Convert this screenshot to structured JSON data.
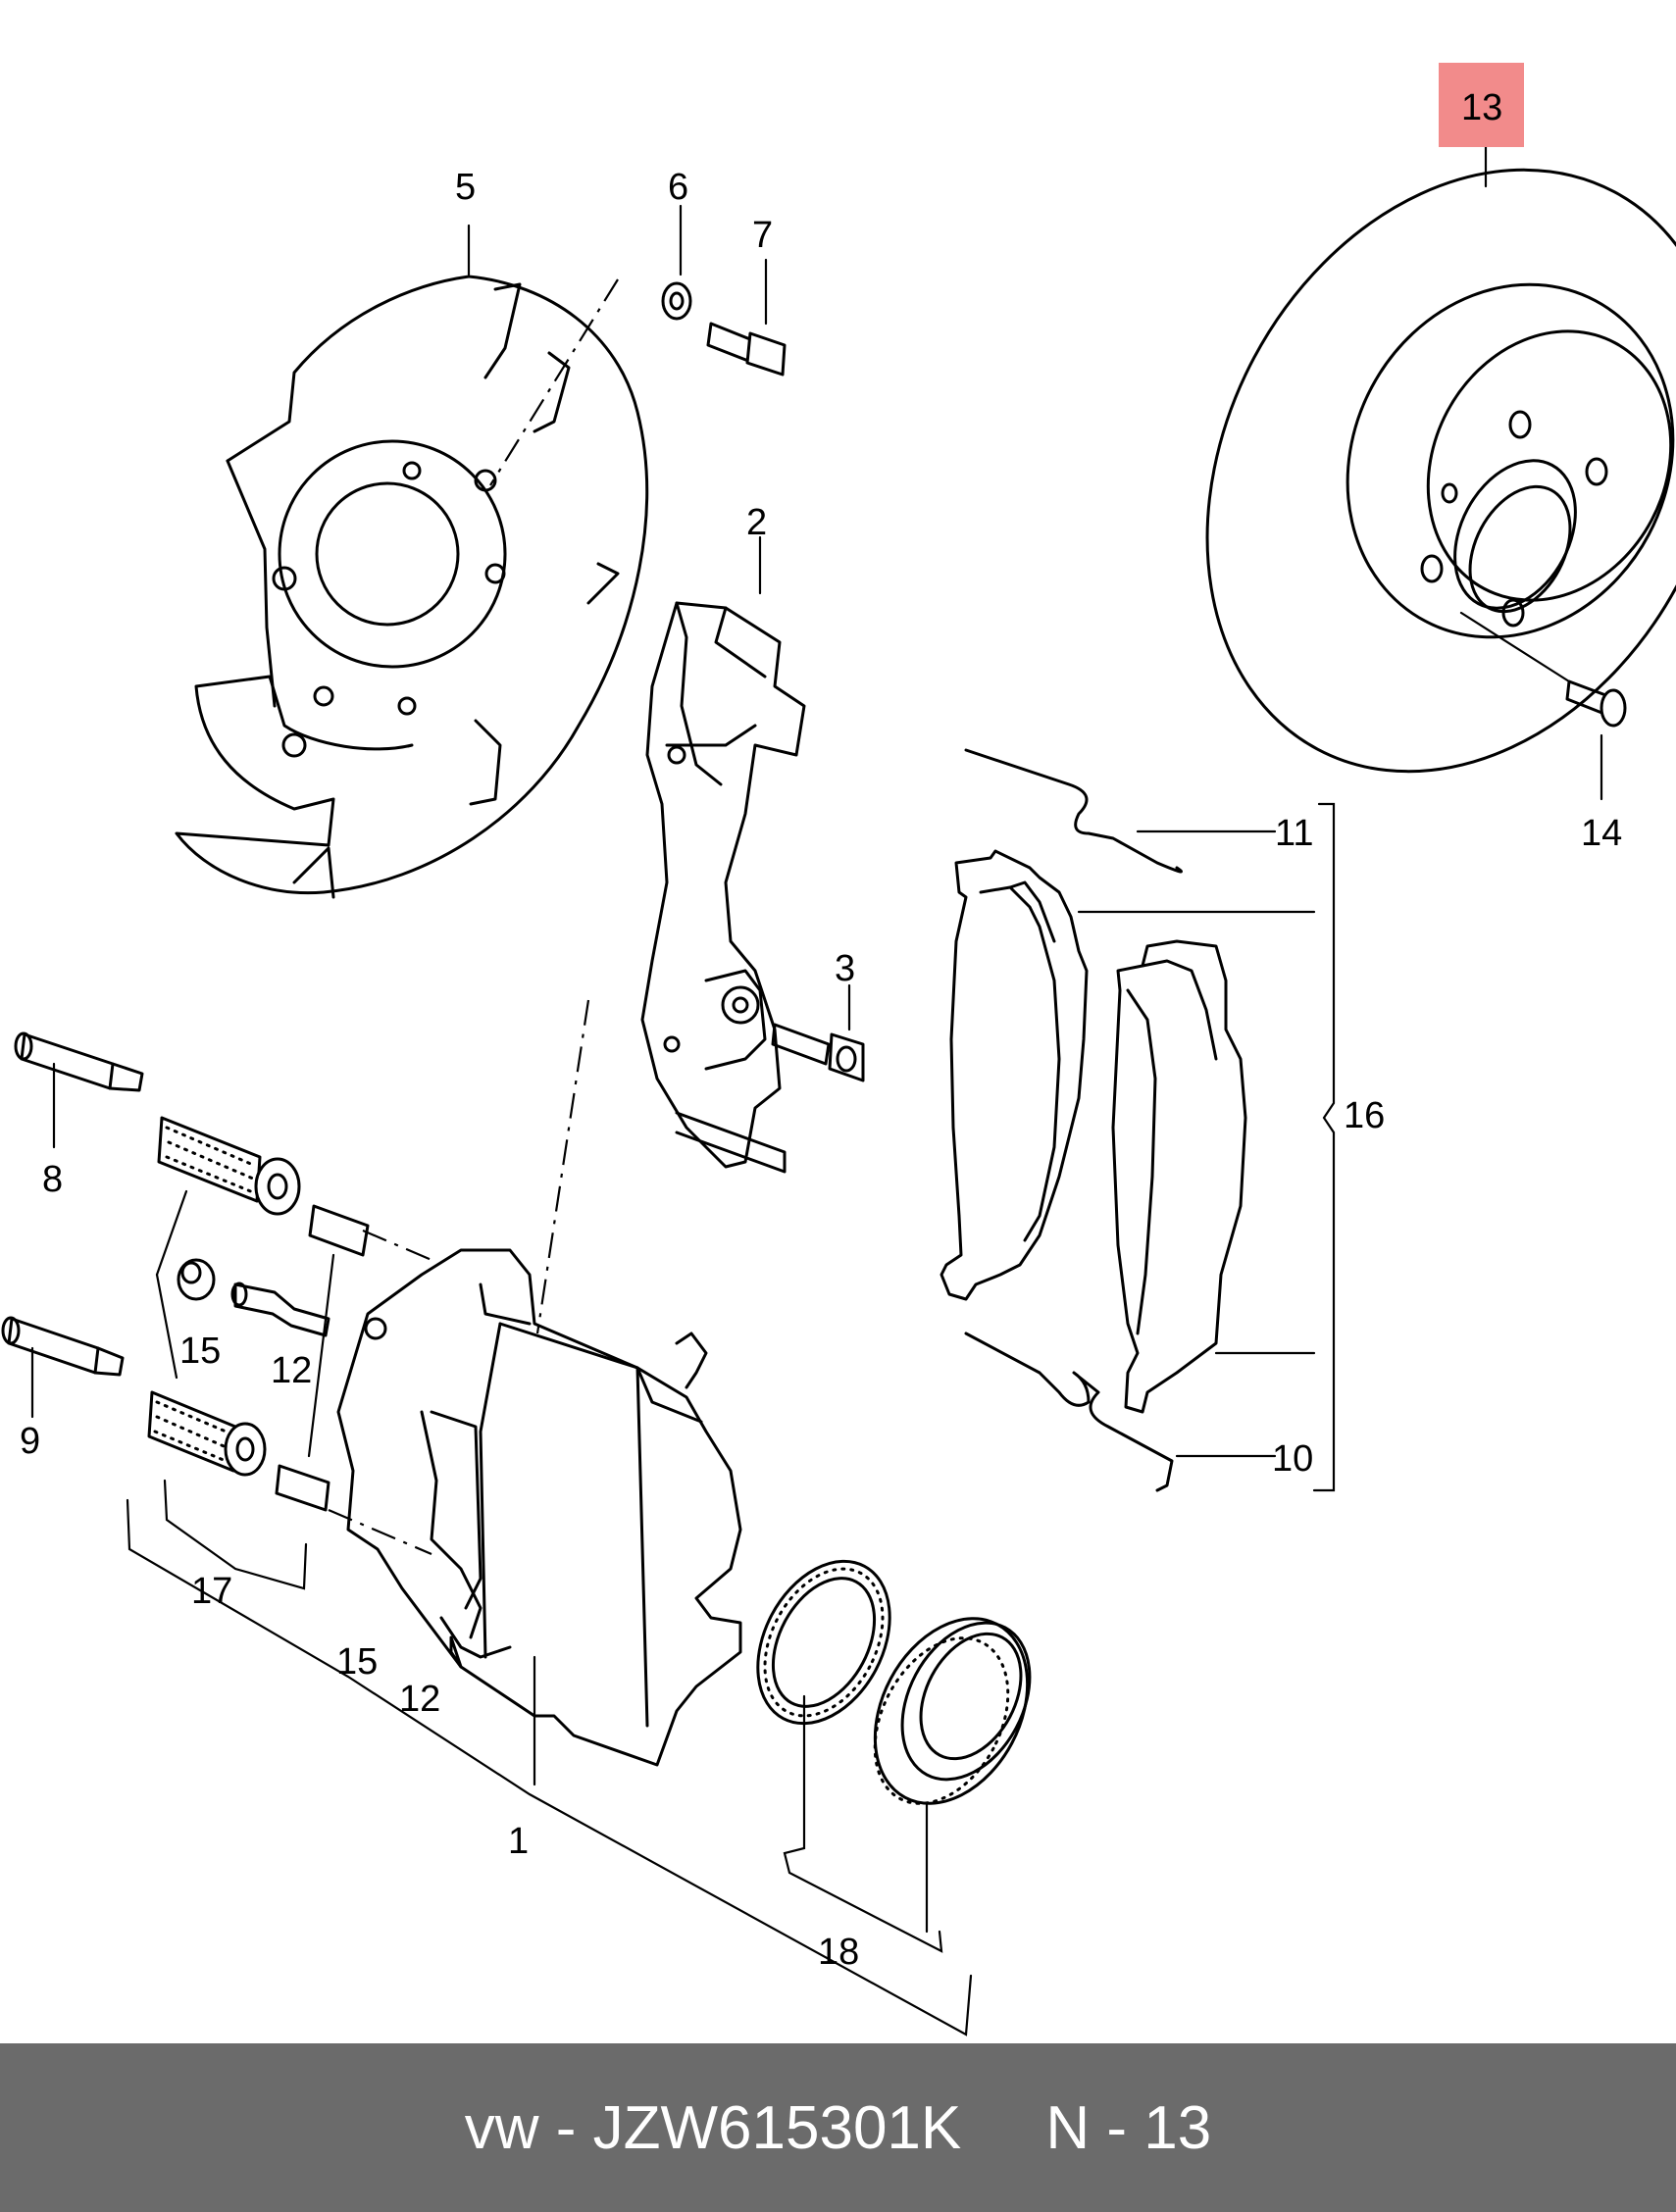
{
  "callouts": {
    "c1": "1",
    "c2": "2",
    "c3": "3",
    "c5": "5",
    "c6": "6",
    "c7": "7",
    "c8": "8",
    "c9": "9",
    "c10": "10",
    "c11": "11",
    "c12a": "12",
    "c12b": "12",
    "c13": "13",
    "c14": "14",
    "c15a": "15",
    "c15b": "15",
    "c16": "16",
    "c17": "17",
    "c18": "18"
  },
  "highlight_color": "#f28b8b",
  "footer": {
    "part": "vw - JZW615301K",
    "ref": "N - 13"
  }
}
